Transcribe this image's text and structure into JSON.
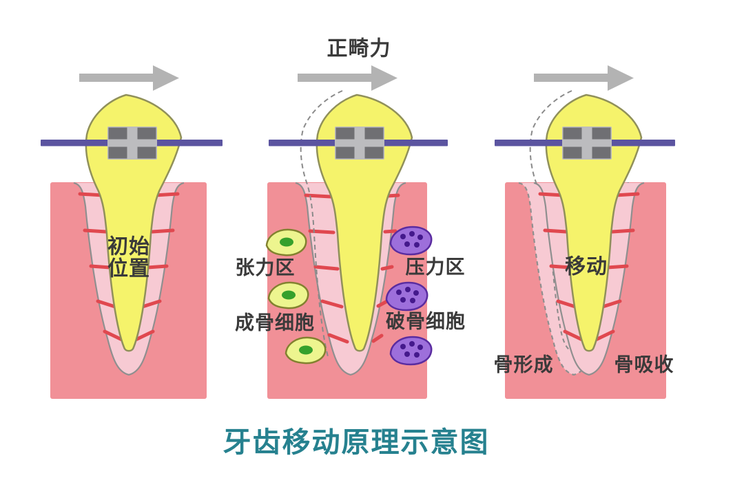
{
  "title": "牙齿移动原理示意图",
  "panels": [
    {
      "name": "initial-state",
      "label": "初始位置"
    },
    {
      "name": "force-applied",
      "force_label": "正畸力",
      "tension_zone": "张力区",
      "osteoblast_label": "成骨细胞",
      "pressure_zone": "压力区",
      "osteoclast_label": "破骨细胞"
    },
    {
      "name": "moved-state",
      "movement_label": "移动",
      "bone_formation_label": "骨形成",
      "bone_resorption_label": "骨吸收"
    }
  ],
  "colors": {
    "bone": "#F19097",
    "pdl": "#F7CAD3",
    "fiber": "#E0484F",
    "tooth": "#F5F36B",
    "tooth_outline": "#90905A",
    "wire": "#5B54A0",
    "bracket_base": "#BCBCBF",
    "bracket_pad": "#6F6F73",
    "arrow": "#B3B3B3",
    "dashed_outline": "#8A8A8A",
    "osteoblast_fill": "#EDF58F",
    "osteoblast_outline": "#82822F",
    "osteoblast_nucleus": "#35A02C",
    "osteoclast_fill": "#9D6FDB",
    "osteoclast_outline": "#5A2CA0",
    "osteoclast_dot": "#44198C",
    "label_text": "#3A3A3A",
    "title_text": "#26818F"
  }
}
